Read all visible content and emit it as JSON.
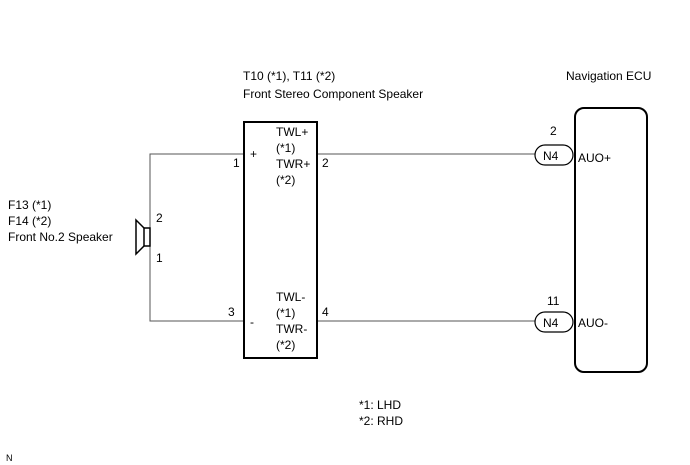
{
  "speaker_component": {
    "ref": "T10 (*1), T11 (*2)",
    "name": "Front Stereo Component Speaker",
    "pin_1": "1",
    "pin_2": "2",
    "pin_3": "3",
    "pin_4": "4",
    "plus_sign": "+",
    "minus_sign": "-",
    "upper_terminal": [
      "TWL+",
      "(*1)",
      "TWR+",
      "(*2)"
    ],
    "lower_terminal": [
      "TWL-",
      "(*1)",
      "TWR-",
      "(*2)"
    ]
  },
  "front_speaker": {
    "ref_lines": [
      "F13 (*1)",
      "F14 (*2)"
    ],
    "name": "Front No.2 Speaker",
    "pin_top": "2",
    "pin_bottom": "1"
  },
  "navigation_ecu": {
    "name": "Navigation ECU",
    "upper_pin": "2",
    "lower_pin": "11",
    "upper_connector": "N4",
    "lower_connector": "N4",
    "upper_signal": "AUO+",
    "lower_signal": "AUO-"
  },
  "notes": [
    "*1: LHD",
    "*2: RHD"
  ],
  "corner_mark": "N"
}
